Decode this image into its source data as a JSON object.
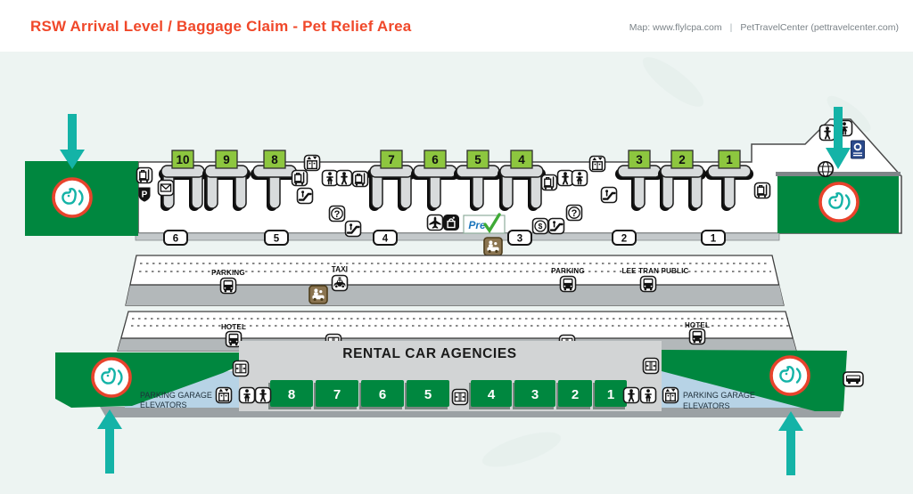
{
  "header": {
    "title": "RSW Arrival Level / Baggage Claim - Pet Relief Area",
    "map_source": "Map: www.flylcpa.com",
    "divider": "|",
    "credit": "PetTravelCenter (pettravelcenter.com)"
  },
  "colors": {
    "header_orange": "#f0482a",
    "area_green": "#00873f",
    "claim_tag_green": "#8dc63f",
    "arrow_teal": "#14b3a7",
    "pet_ring_orange": "#e8432c",
    "walkway_blue": "#b7d3e6",
    "rental_gray": "#d2d4d5",
    "dhs_badge_blue": "#2a4a8c",
    "precheck_blue": "#1b75bb",
    "precheck_check_green": "#3faa36"
  },
  "map": {
    "claims": [
      "10",
      "9",
      "8",
      "7",
      "6",
      "5",
      "4",
      "3",
      "2",
      "1"
    ],
    "doors": [
      "6",
      "5",
      "4",
      "3",
      "2",
      "1"
    ],
    "stops": [
      {
        "label": "PARKING"
      },
      {
        "label": "TAXI"
      },
      {
        "label": "PARKING"
      },
      {
        "label": "LEE TRAN PUBLIC"
      },
      {
        "label": "HOTEL"
      },
      {
        "label": "HOTEL"
      }
    ],
    "rental": {
      "title": "RENTAL CAR AGENCIES",
      "counters": [
        "8",
        "7",
        "6",
        "5",
        "4",
        "3",
        "2",
        "1"
      ]
    },
    "garage_left": {
      "line1": "PARKING GARAGE",
      "line2": "ELEVATORS"
    },
    "garage_right": {
      "line1": "PARKING GARAGE",
      "line2": "ELEVATORS"
    },
    "precheck_label": "Pre",
    "glyphs": {
      "question": "?",
      "dollar": "$",
      "parking_p": "P"
    }
  }
}
